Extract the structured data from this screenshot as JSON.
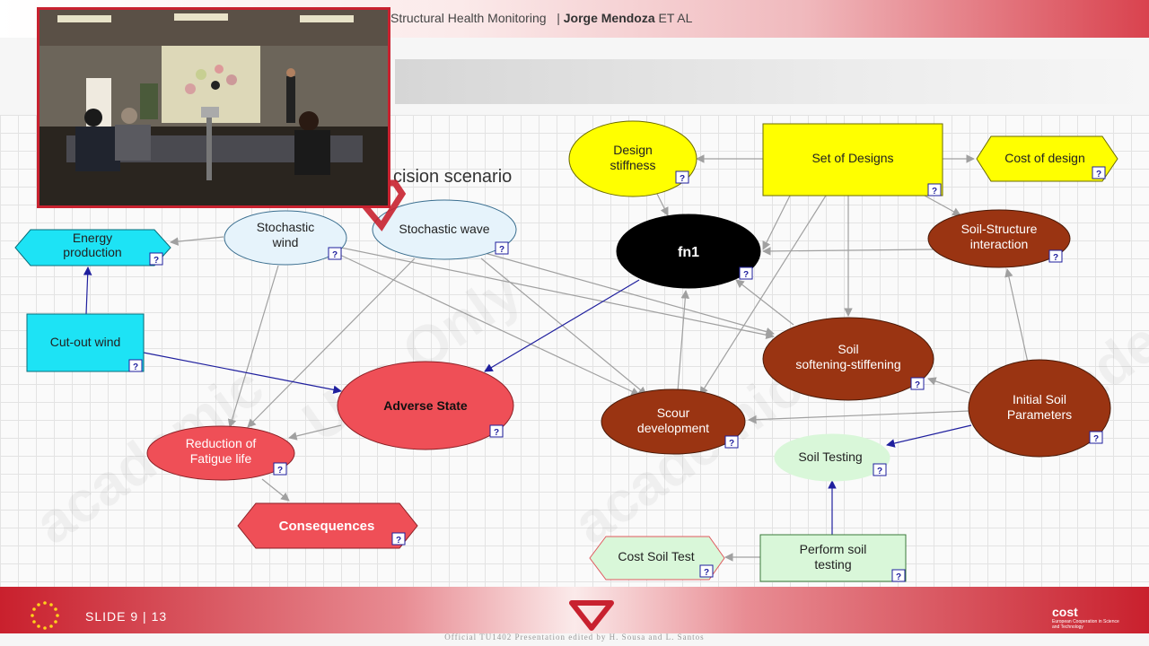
{
  "header": {
    "title": "Structural Health Monitoring",
    "separator": "|",
    "author": "Jorge Mendoza",
    "etal": "ET AL"
  },
  "scenario_text": "cision scenario",
  "watermarks": [
    "academic",
    "Use Only",
    "academic",
    "Academic"
  ],
  "slide": {
    "label": "SLIDE",
    "number": "9",
    "sep": "|",
    "total": "13"
  },
  "footer": {
    "note": "Official TU1402 Presentation edited by H. Sousa and L. Santos"
  },
  "brand": {
    "name": "cost",
    "subtitle": "European Cooperation in Science and Technology"
  },
  "colors": {
    "yellow": "#ffff00",
    "brown": "#9a3412",
    "red": "#ef4f57",
    "cyan": "#1de3f5",
    "lightblue": "#e6f3fb",
    "lightgreen": "#d9f7d9",
    "arrow_grey": "#a0a0a0",
    "arrow_blue": "#1f1f9e",
    "accent": "#c8212f"
  },
  "nodes": {
    "design_stiffness": "Design stiffness",
    "set_of_designs": "Set of Designs",
    "cost_of_design": "Cost of design",
    "energy_production": "Energy production",
    "stochastic_wind": "Stochastic wind",
    "stochastic_wave": "Stochastic wave",
    "fn1": "fn1",
    "soil_structure": "Soil-Structure interaction",
    "cut_out_wind": "Cut-out wind",
    "adverse_state": "Adverse State",
    "soil_softening": "Soil softening-stiffening",
    "initial_soil": "Initial Soil Parameters",
    "scour": "Scour development",
    "reduction_fatigue": "Reduction of Fatigue life",
    "soil_testing": "Soil Testing",
    "consequences": "Consequences",
    "cost_soil_test": "Cost Soil Test",
    "perform_soil": "Perform soil testing"
  },
  "node_lines": {
    "design_stiffness": [
      "Design",
      "stiffness"
    ],
    "energy_production": [
      "Energy",
      "production"
    ],
    "stochastic_wind": [
      "Stochastic",
      "wind"
    ],
    "soil_structure": [
      "Soil-Structure",
      "interaction"
    ],
    "soil_softening": [
      "Soil",
      "softening-stiffening"
    ],
    "initial_soil": [
      "Initial Soil",
      "Parameters"
    ],
    "scour": [
      "Scour",
      "development"
    ],
    "reduction_fatigue": [
      "Reduction of",
      "Fatigue life"
    ],
    "perform_soil": [
      "Perform soil",
      "testing"
    ]
  },
  "help_glyph": "?"
}
